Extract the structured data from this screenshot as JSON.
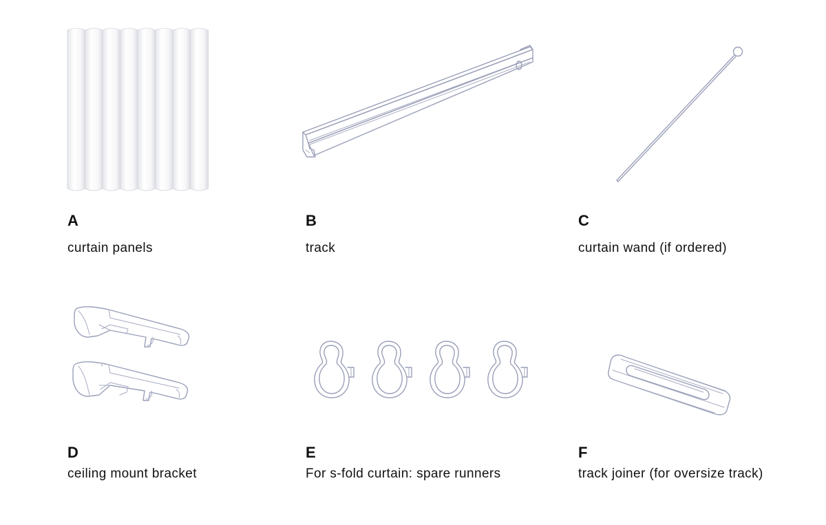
{
  "items": [
    {
      "letter": "A",
      "caption": "curtain panels",
      "illustration": "curtain-panels-icon"
    },
    {
      "letter": "B",
      "caption": "track",
      "illustration": "track-icon"
    },
    {
      "letter": "C",
      "caption": "curtain wand (if ordered)",
      "illustration": "curtain-wand-icon"
    },
    {
      "letter": "D",
      "caption": "ceiling mount bracket",
      "illustration": "ceiling-bracket-icon"
    },
    {
      "letter": "E",
      "caption": "For s-fold curtain: spare runners",
      "illustration": "runner-icon"
    },
    {
      "letter": "F",
      "caption": "track joiner (for oversize track)",
      "illustration": "track-joiner-icon"
    }
  ],
  "colors": {
    "background": "#ffffff",
    "text": "#111111",
    "line_art": "#9a9fb8"
  }
}
